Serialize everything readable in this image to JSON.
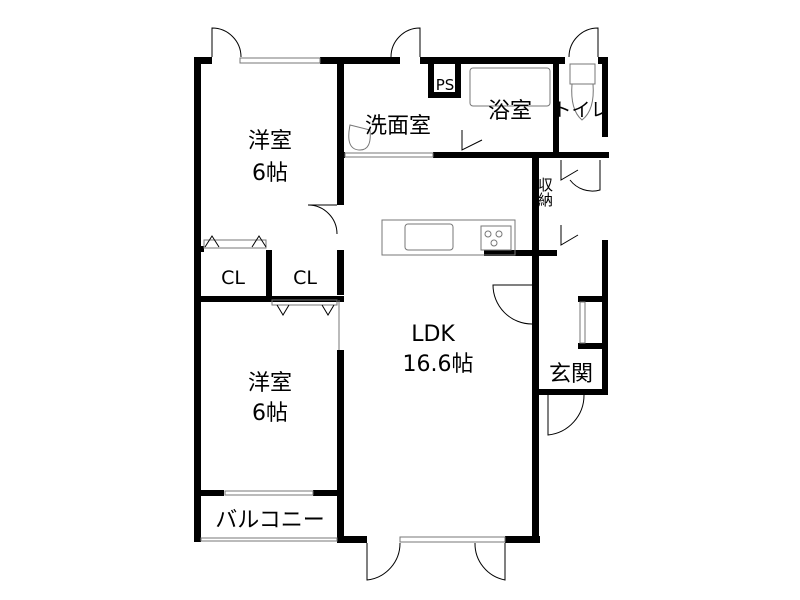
{
  "floor_plan": {
    "rooms": {
      "western_room_1": {
        "name": "洋室",
        "size": "6帖"
      },
      "western_room_2": {
        "name": "洋室",
        "size": "6帖"
      },
      "closet_1": {
        "name": "CL"
      },
      "closet_2": {
        "name": "CL"
      },
      "ldk": {
        "name": "LDK",
        "size": "16.6帖"
      },
      "washroom": {
        "name": "洗面室"
      },
      "bathroom": {
        "name": "浴室"
      },
      "toilet": {
        "name": "トイレ"
      },
      "pipe_space": {
        "name": "PS"
      },
      "storage": {
        "name": "収納"
      },
      "entrance": {
        "name": "玄関"
      },
      "balcony": {
        "name": "バルコニー"
      }
    }
  }
}
